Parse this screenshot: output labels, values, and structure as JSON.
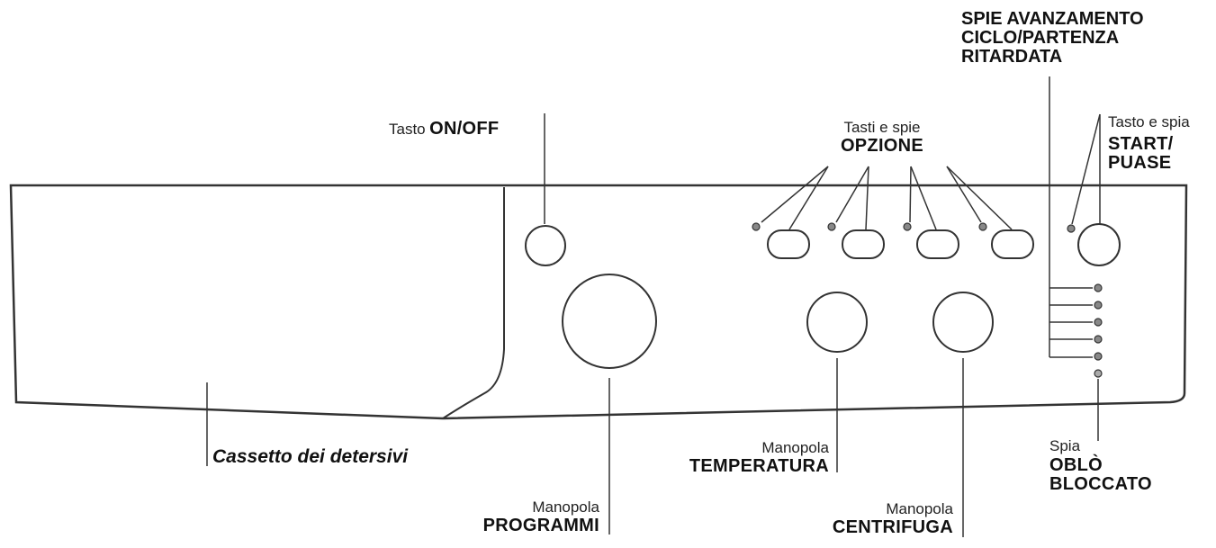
{
  "labels": {
    "onoff": {
      "prefix": "Tasto",
      "name": "ON/OFF"
    },
    "opzione": {
      "line1": "Tasti e spie",
      "line2": "OPZIONE"
    },
    "spie_avanzamento": {
      "line1": "SPIE AVANZAMENTO",
      "line2": "CICLO/PARTENZA",
      "line3": "RITARDATA"
    },
    "start": {
      "line1": "Tasto e spia",
      "line2": "START/",
      "line3": "PUASE"
    },
    "cassetto": "Cassetto dei detersivi",
    "programmi": {
      "line1": "Manopola",
      "line2": "PROGRAMMI"
    },
    "temperatura": {
      "line1": "Manopola",
      "line2": "TEMPERATURA"
    },
    "centrifuga": {
      "line1": "Manopola",
      "line2": "CENTRIFUGA"
    },
    "oblo": {
      "line1": "Spia",
      "line2": "OBLÒ",
      "line3": "BLOCCATO"
    }
  },
  "colors": {
    "stroke": "#333333",
    "led_fill": "#888888",
    "panel_fill": "#ffffff"
  }
}
